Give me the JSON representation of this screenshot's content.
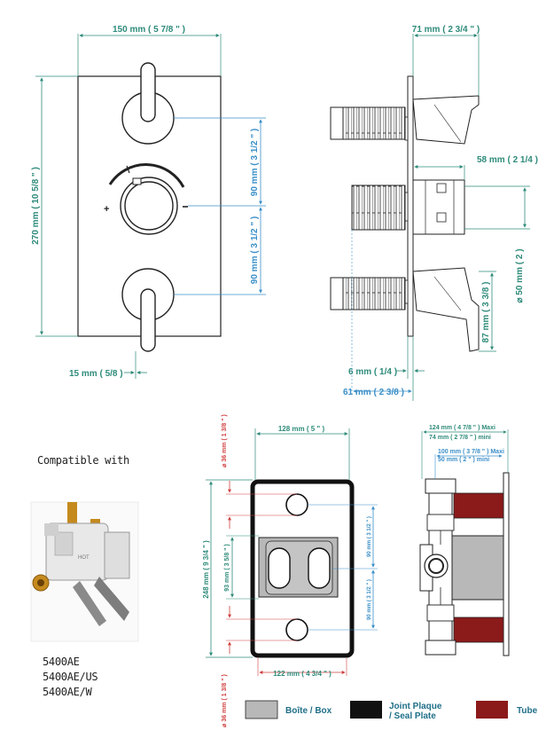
{
  "colors": {
    "dim_blue": "#3a8fc8",
    "dim_green": "#2e8b7a",
    "dim_teal": "#1f6f88",
    "dim_red": "#d04040",
    "outline": "#222222",
    "box_gray": "#b8b8b8",
    "seal_black": "#111111",
    "tube_red": "#8b1a1a"
  },
  "front_view": {
    "width_label": "150 mm ( 5 7/8 \" )",
    "height_label": "270 mm ( 10 5/8 \" )",
    "upper_spacing_label": "90 mm ( 3 1/2 \" )",
    "lower_spacing_label": "90 mm ( 3 1/2 \" )",
    "offset_label": "15 mm ( 5/8 )"
  },
  "side_view": {
    "depth_label": "71 mm ( 2 3/4 \" )",
    "body_depth_label": "58 mm ( 2 1/4 )",
    "diameter_label": "⌀ 50 mm ( 2 )",
    "lever_height_label": "87 mm ( 3 3/8 )",
    "plate_label": "6 mm ( 1/4 )",
    "total_label": "61 mm ( 2 3/8 )"
  },
  "compatible": {
    "heading": "Compatible with",
    "models": [
      "5400AE",
      "5400AE/US",
      "5400AE/W"
    ]
  },
  "install_front": {
    "top_dia_label": "⌀ 36 mm ( 1 3/8 \" )",
    "bottom_dia_label": "⌀ 36 mm ( 1 3/8 \" )",
    "width_label": "128 mm ( 5 \" )",
    "height_label": "248 mm ( 9 3/4 \" )",
    "mid_label": "93 mm ( 3 5/8 \" )",
    "box_width_label": "122 mm ( 4 3/4 \" )",
    "upper_label": "90 mm ( 3 1/2 \" )",
    "lower_label": "90 mm ( 3 1/2 \" )"
  },
  "install_side": {
    "max_label": "124 mm ( 4 7/8 \" ) Maxi",
    "min_label": "74 mm ( 2 7/8 \" ) mini",
    "max2_label": "100 mm ( 3 7/8 \" ) Maxi",
    "min2_label": "50 mm ( 2 \" ) mini"
  },
  "legend": {
    "box": "Boîte / Box",
    "seal_line1": "Joint Plaque",
    "seal_line2": "/ Seal Plate",
    "tube": "Tube"
  }
}
